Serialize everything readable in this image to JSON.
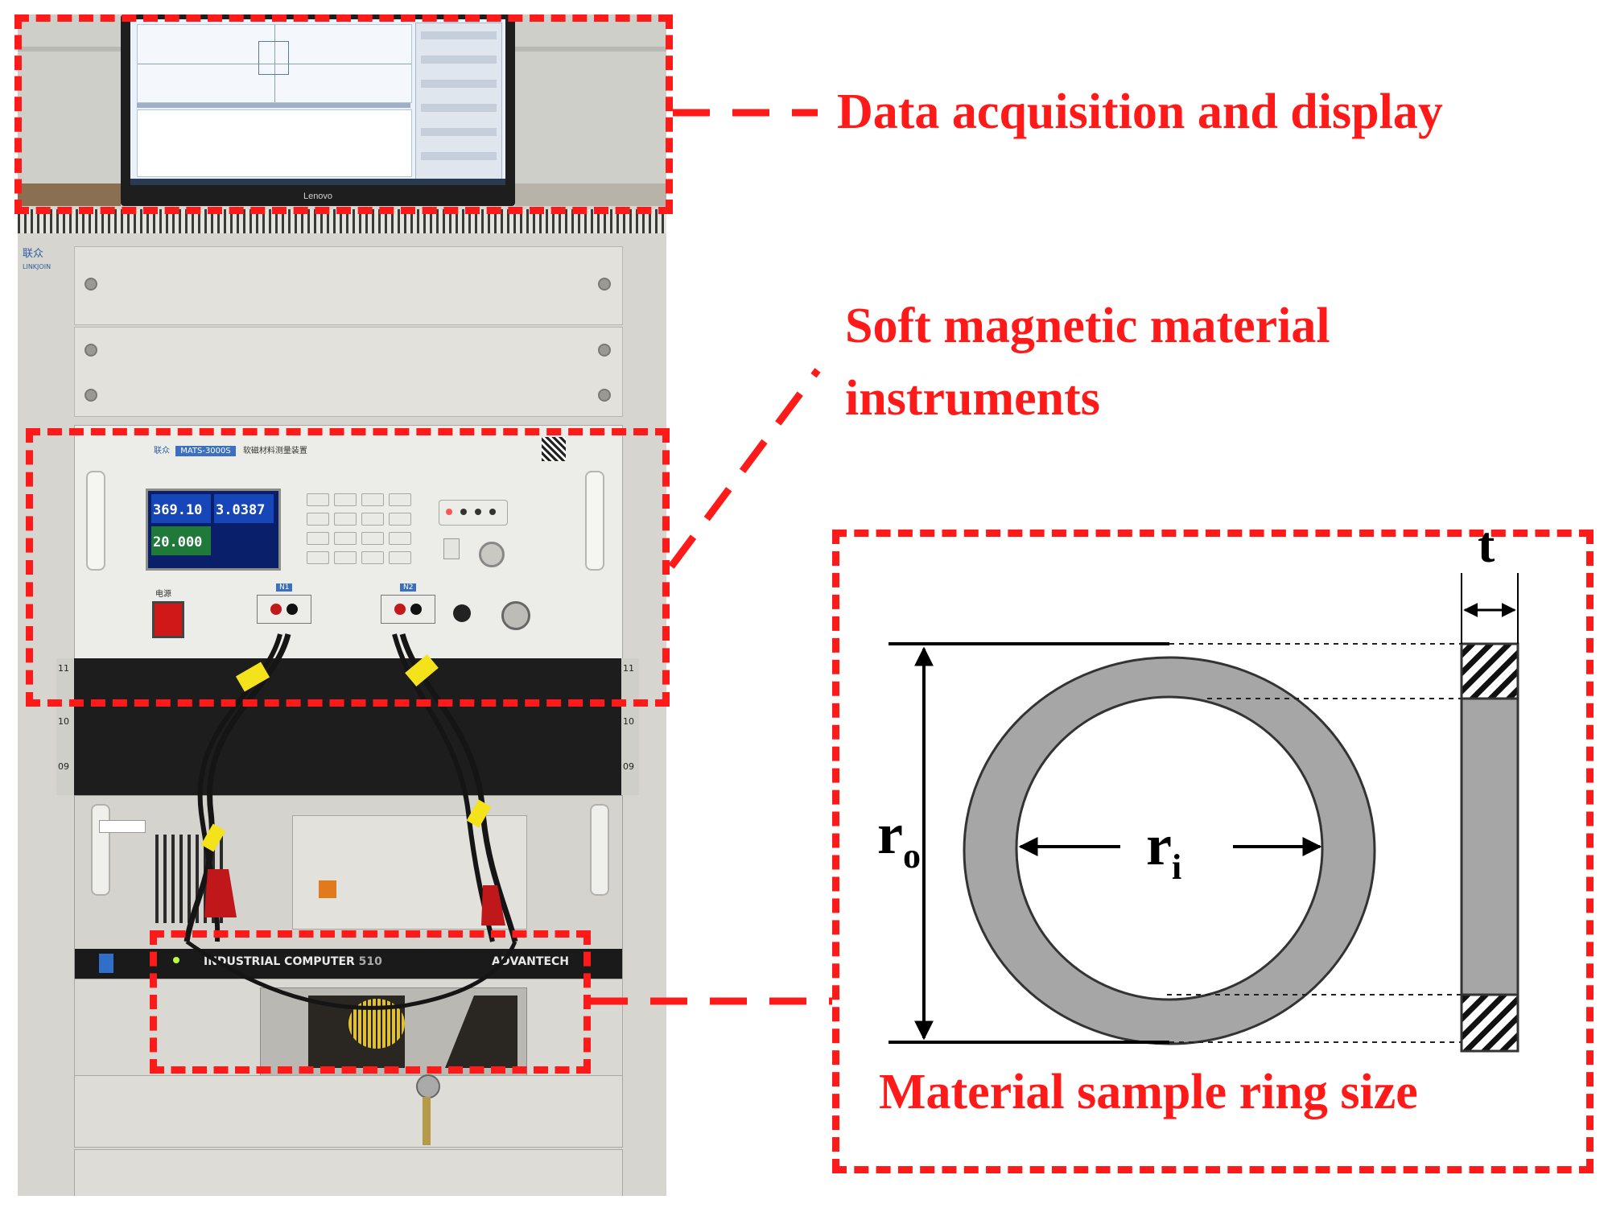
{
  "labels": {
    "data_acquisition": "Data acquisition and display",
    "soft_magnetic_line1": "Soft magnetic material",
    "soft_magnetic_line2": "instruments",
    "ring_size": "Material sample ring size"
  },
  "symbols": {
    "thickness": "t",
    "outer_radius_base": "r",
    "outer_radius_sub": "o",
    "inner_radius_base": "r",
    "inner_radius_sub": "i"
  },
  "photo": {
    "monitor_brand": "Lenovo",
    "rack_brand": "联众",
    "rack_brand_en": "LINKJOIN",
    "device_model": "MATS-3000S",
    "device_name": "软磁材料测量装置",
    "lcd_value_1": "369.10",
    "lcd_value_2": "3.0387",
    "lcd_value_3": "20.000",
    "power_label": "电源",
    "n1_label": "N1",
    "n2_label": "N2",
    "ipc_label": "INDUSTRIAL COMPUTER",
    "ipc_model": "510",
    "ipc_brand": "ADVANTECH",
    "rack_units": [
      "11",
      "10",
      "09",
      "11",
      "10",
      "09"
    ]
  },
  "colors": {
    "callout_red": "#ff1a1a",
    "ring_gray": "#a6a6a6"
  }
}
